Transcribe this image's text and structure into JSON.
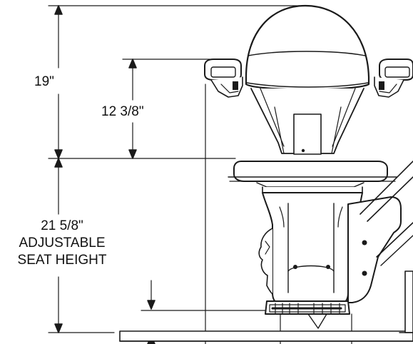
{
  "dimensions": {
    "back_height": "19\"",
    "armrest_height": "12 3/8\"",
    "seat_height_value": "21 5/8\"",
    "seat_height_line1": "ADJUSTABLE",
    "seat_height_line2": "SEAT HEIGHT"
  },
  "colors": {
    "line": "#1a1a1a",
    "fill": "#ffffff"
  }
}
